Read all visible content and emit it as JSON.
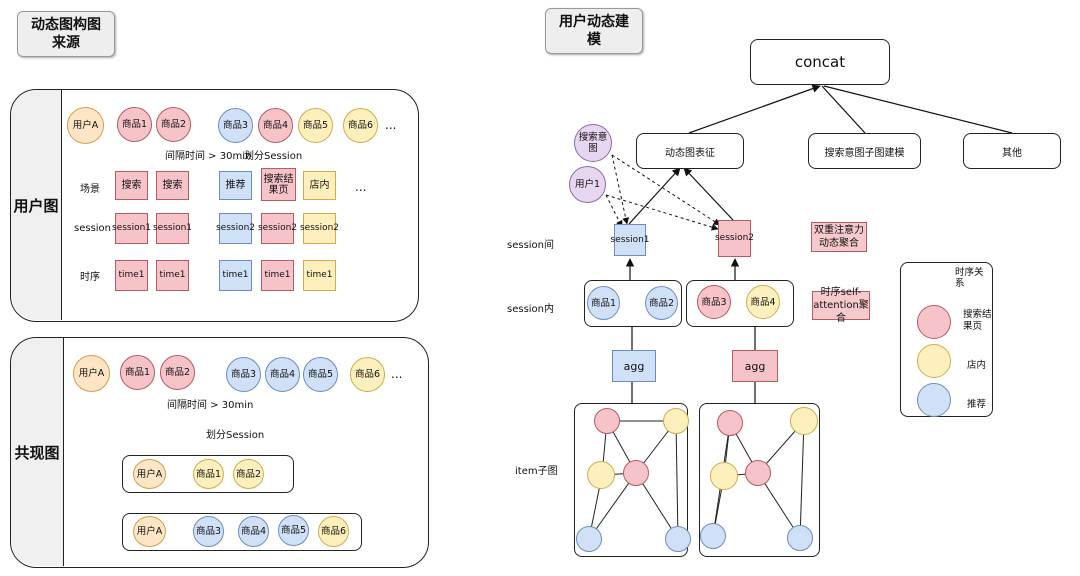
{
  "titles": {
    "left": "动态图构图\n来源",
    "right": "用户动态建\n模"
  },
  "user_graph": {
    "side_label": "用户图",
    "nodes": [
      "用户A",
      "商品1",
      "商品2",
      "商品3",
      "商品4",
      "商品5",
      "商品6",
      "..."
    ],
    "gap_label": "间隔时间 > 30min",
    "split_label": "划分Session",
    "row_labels": [
      "场景",
      "session",
      "时序"
    ],
    "scenes": [
      "搜索",
      "搜索",
      "推荐",
      "搜索结\n果页",
      "店内",
      "..."
    ],
    "sessions": [
      "session1",
      "session1",
      "session2",
      "session2",
      "session2"
    ],
    "times": [
      "time1",
      "time1",
      "time1",
      "time1",
      "time1"
    ]
  },
  "cooccur_graph": {
    "side_label": "共现图",
    "nodes": [
      "用户A",
      "商品1",
      "商品2",
      "商品3",
      "商品4",
      "商品5",
      "商品6",
      "..."
    ],
    "gap_label": "间隔时间 > 30min",
    "split_label": "划分Session",
    "group1": [
      "用户A",
      "商品1",
      "商品2"
    ],
    "group2": [
      "用户A",
      "商品3",
      "商品4",
      "商品5",
      "商品6"
    ]
  },
  "model": {
    "top": "concat",
    "mid": [
      "动态图表征",
      "搜索意图子图建模",
      "其他"
    ],
    "intent_node": "搜索意\n图",
    "user_node": "用户1",
    "row_labels": [
      "session间",
      "session内",
      "item子图"
    ],
    "sessions": [
      "session1",
      "session2"
    ],
    "inner1": [
      "商品1",
      "商品2"
    ],
    "inner2": [
      "商品3",
      "商品4"
    ],
    "agg": [
      "agg",
      "agg"
    ],
    "notes": [
      "双重注意力\n动态聚合",
      "时序self-\nattention聚合"
    ]
  },
  "legend": {
    "items": [
      {
        "label": "时序关\n系",
        "kind": "arrow"
      },
      {
        "label": "搜索结\n果页",
        "kind": "red"
      },
      {
        "label": "店内",
        "kind": "yellow"
      },
      {
        "label": "推荐",
        "kind": "blue"
      }
    ]
  },
  "colors": {
    "user": "#fde5c6",
    "search": "#f6c3c8",
    "recommend": "#cfe0f7",
    "store": "#fdf0bd",
    "intent": "#e6d6f0"
  }
}
